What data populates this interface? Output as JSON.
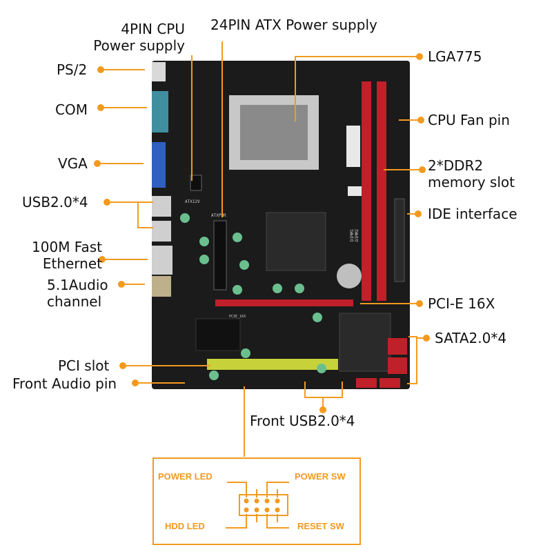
{
  "accent": "#f29a1e",
  "labels": {
    "cpu4pin": [
      "4PIN CPU",
      "Power supply"
    ],
    "atx24": "24PIN ATX Power supply",
    "ps2": "PS/2",
    "com": "COM",
    "vga": "VGA",
    "usb": "USB2.0*4",
    "ethernet": [
      "100M Fast",
      "Ethernet"
    ],
    "audio": [
      "5.1Audio",
      "channel"
    ],
    "pci": "PCI slot",
    "front_audio": "Front Audio pin",
    "front_usb": "Front USB2.0*4",
    "lga": "LGA775",
    "cpu_fan": "CPU Fan pin",
    "ddr": [
      "2*DDR2",
      "memory slot"
    ],
    "ide": "IDE interface",
    "pcie": "PCI-E 16X",
    "sata": "SATA2.0*4"
  },
  "board_text": {
    "atx12v": "ATX12V",
    "atxpwr": "ATXPWR",
    "dimm1": "DIMM1",
    "dimm2": "DIMM2",
    "pcie_slot": "PCIE_16X"
  },
  "panel": {
    "power_led": "POWER LED",
    "power_sw": "POWER SW",
    "hdd_led": "HDD  LED",
    "reset_sw": "RESET SW"
  }
}
